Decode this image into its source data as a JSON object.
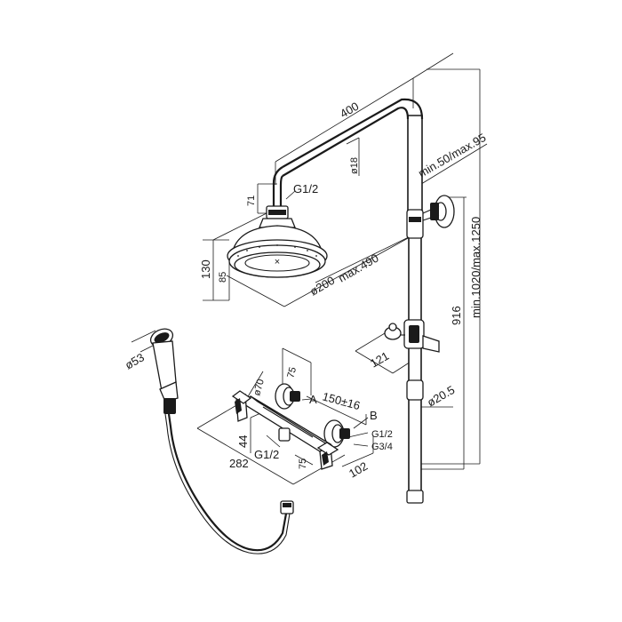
{
  "dimensions": {
    "arm_length": "400",
    "arm_diameter": "ø18",
    "arm_drop": "71",
    "head_connection": "G1/2",
    "head_height_total": "130",
    "head_height": "85",
    "head_diameter": "ø200",
    "head_reach": "max.490",
    "wall_bracket_range": "min.50/max.95",
    "total_height": "min.1020/max.1250",
    "rail_height": "916",
    "hand_shower_diameter": "ø53",
    "slider_offset": "121",
    "rail_diameter": "ø20.5",
    "mixer_handle_diameter": "ø70",
    "mixer_depth": "75",
    "inlet_spacing": "150±16",
    "label_a": "A",
    "label_b": "B",
    "inlet_thread_small": "G1/2",
    "inlet_thread_large": "G3/4",
    "mixer_height": "44",
    "mixer_outlet_thread": "G1/2",
    "mixer_width": "282",
    "mixer_depth_lower": "75",
    "mixer_projection": "102"
  }
}
